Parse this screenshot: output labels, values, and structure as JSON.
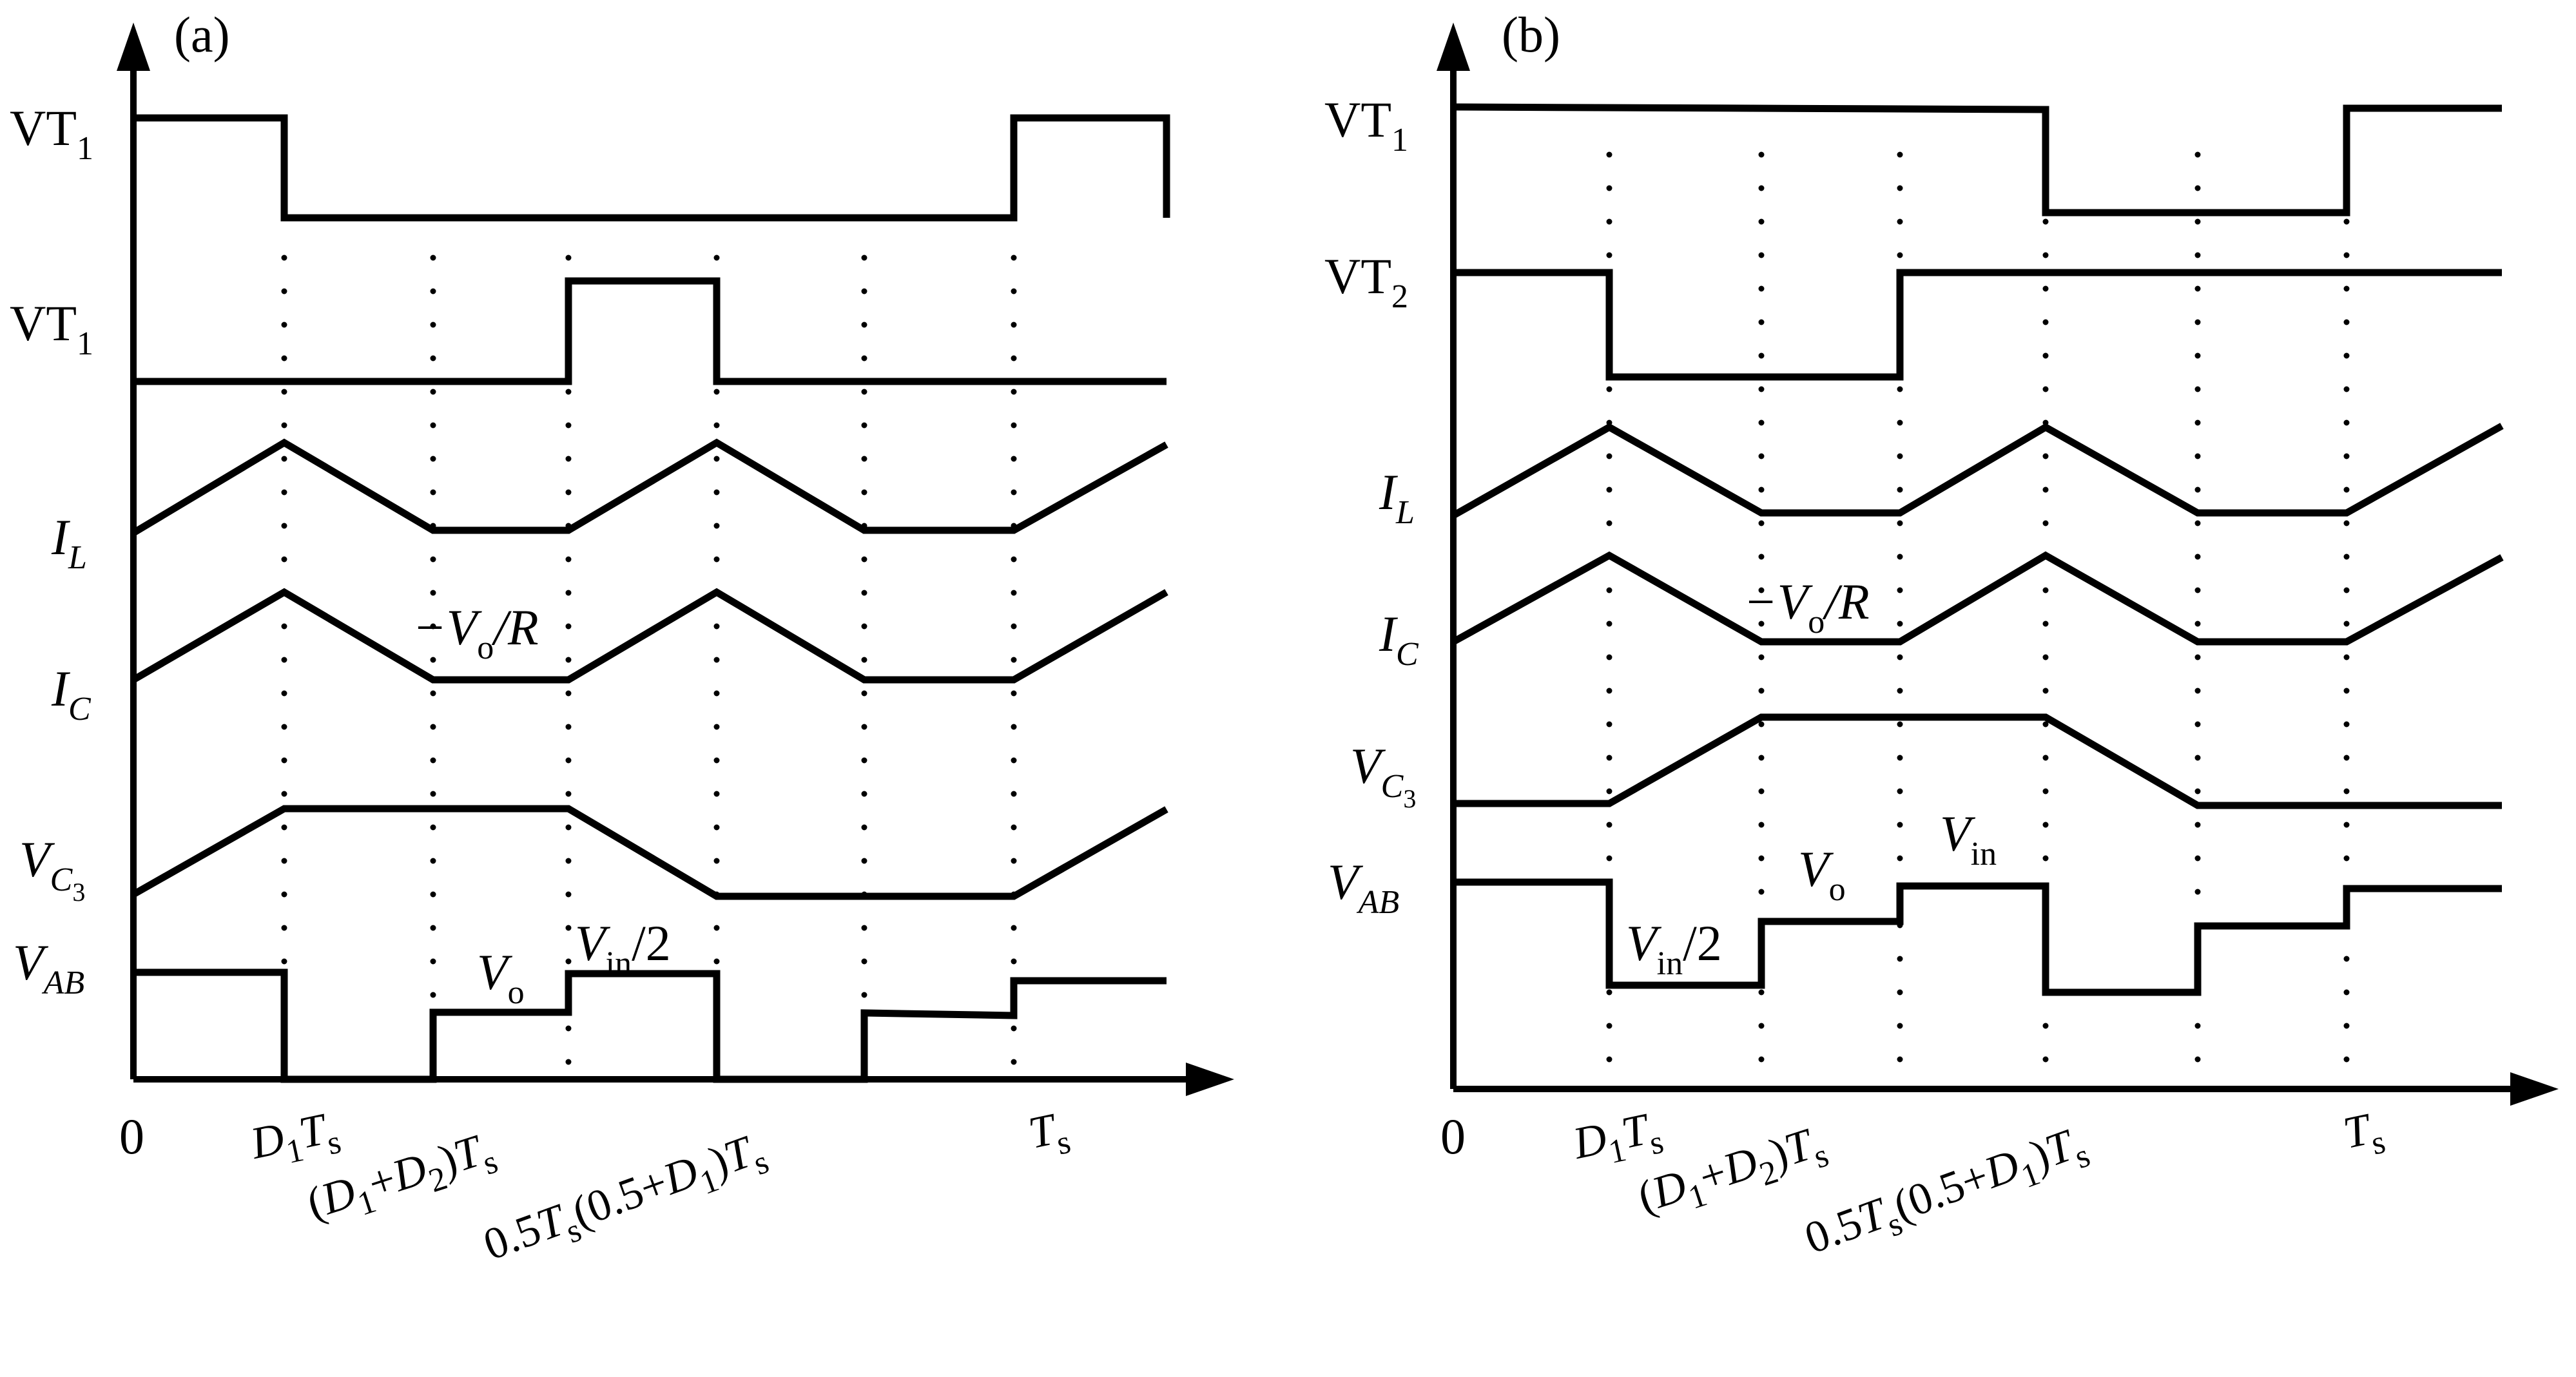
{
  "panels": [
    {
      "id": "a",
      "panel_label": "(a)",
      "origin_label": "0",
      "signals": [
        {
          "key": "vt1a",
          "name": "VT",
          "sub": "1",
          "italic": false
        },
        {
          "key": "vt1b",
          "name": "VT",
          "sub": "1",
          "italic": false
        },
        {
          "key": "il",
          "name": "I",
          "sub": "L",
          "italic": true
        },
        {
          "key": "ic",
          "name": "I",
          "sub": "C",
          "italic": true
        },
        {
          "key": "vc3",
          "name": "V",
          "sub": "C",
          "subsub": "3",
          "italic": true
        },
        {
          "key": "vab",
          "name": "V",
          "sub": "AB",
          "italic": true
        }
      ],
      "annotations": [
        {
          "key": "vo_r",
          "text": "−V",
          "sub": "o",
          "tail": "/R"
        },
        {
          "key": "vo",
          "text": "V",
          "sub": "o",
          "tail": ""
        },
        {
          "key": "vin2",
          "text": "V",
          "sub": "in",
          "tail": "/2"
        }
      ],
      "ticks": [
        {
          "key": "t1",
          "parts": [
            [
              "D",
              true
            ],
            [
              "1",
              "sub"
            ],
            [
              "T",
              true
            ],
            [
              "s",
              "sub"
            ]
          ]
        },
        {
          "key": "t2",
          "parts": [
            [
              "(",
              false
            ],
            [
              "D",
              true
            ],
            [
              "1",
              "sub"
            ],
            [
              "+",
              false
            ],
            [
              "D",
              true
            ],
            [
              "2",
              "sub"
            ],
            [
              ")",
              false
            ],
            [
              "T",
              true
            ],
            [
              "s",
              "sub"
            ]
          ]
        },
        {
          "key": "t3",
          "parts": [
            [
              "0.5",
              false
            ],
            [
              "T",
              true
            ],
            [
              "s",
              "sub"
            ],
            [
              "(0.5+",
              false
            ],
            [
              "D",
              true
            ],
            [
              "1",
              "sub"
            ],
            [
              ")",
              false
            ],
            [
              "T",
              true
            ],
            [
              "s",
              "sub"
            ]
          ]
        },
        {
          "key": "t4",
          "parts": [
            [
              "T",
              true
            ],
            [
              "s",
              "sub"
            ]
          ]
        }
      ]
    },
    {
      "id": "b",
      "panel_label": "(b)",
      "origin_label": "0",
      "signals": [
        {
          "key": "vt1",
          "name": "VT",
          "sub": "1",
          "italic": false
        },
        {
          "key": "vt2",
          "name": "VT",
          "sub": "2",
          "italic": false
        },
        {
          "key": "il",
          "name": "I",
          "sub": "L",
          "italic": true
        },
        {
          "key": "ic",
          "name": "I",
          "sub": "C",
          "italic": true
        },
        {
          "key": "vc3",
          "name": "V",
          "sub": "C",
          "subsub": "3",
          "italic": true
        },
        {
          "key": "vab",
          "name": "V",
          "sub": "AB",
          "italic": true
        }
      ],
      "annotations": [
        {
          "key": "vo_r",
          "text": "−V",
          "sub": "o",
          "tail": "/R"
        },
        {
          "key": "vin2",
          "text": "V",
          "sub": "in",
          "tail": "/2"
        },
        {
          "key": "vo",
          "text": "V",
          "sub": "o",
          "tail": ""
        },
        {
          "key": "vin",
          "text": "V",
          "sub": "in",
          "tail": ""
        }
      ],
      "ticks": [
        {
          "key": "t1",
          "parts": [
            [
              "D",
              true
            ],
            [
              "1",
              "sub"
            ],
            [
              "T",
              true
            ],
            [
              "s",
              "sub"
            ]
          ]
        },
        {
          "key": "t2",
          "parts": [
            [
              "(",
              false
            ],
            [
              "D",
              true
            ],
            [
              "1",
              "sub"
            ],
            [
              "+",
              false
            ],
            [
              "D",
              true
            ],
            [
              "2",
              "sub"
            ],
            [
              ")",
              false
            ],
            [
              "T",
              true
            ],
            [
              "s",
              "sub"
            ]
          ]
        },
        {
          "key": "t3",
          "parts": [
            [
              "0.5",
              false
            ],
            [
              "T",
              true
            ],
            [
              "s",
              "sub"
            ],
            [
              "(0.5+",
              false
            ],
            [
              "D",
              true
            ],
            [
              "1",
              "sub"
            ],
            [
              ")",
              false
            ],
            [
              "T",
              true
            ],
            [
              "s",
              "sub"
            ]
          ]
        },
        {
          "key": "t4",
          "parts": [
            [
              "T",
              true
            ],
            [
              "s",
              "sub"
            ]
          ]
        }
      ]
    }
  ]
}
